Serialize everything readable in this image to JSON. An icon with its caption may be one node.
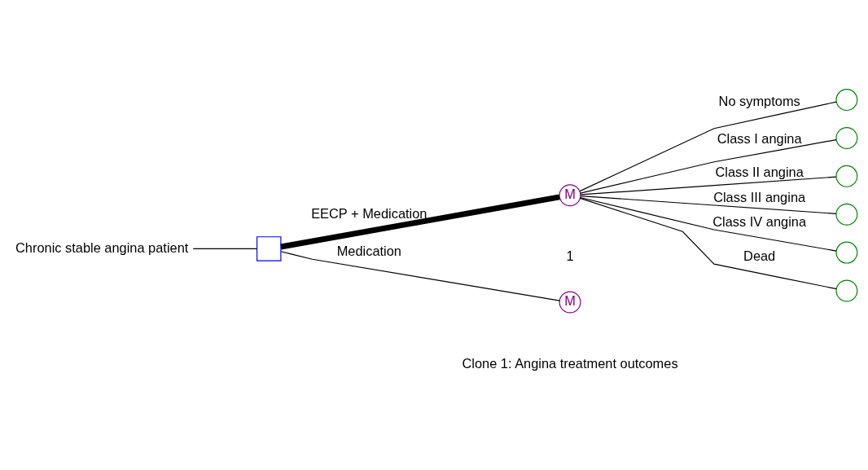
{
  "diagram": {
    "nodes": [
      {
        "text": [
          "Chronic stable angina patient"
        ]
      },
      {
        "text": [],
        "shape": "box"
      },
      {
        "text": [
          "M"
        ],
        "beside": [
          "1"
        ]
      },
      {
        "text": [
          "M"
        ],
        "beside": [
          "Clone 1: Angina treatment outcomes"
        ]
      },
      {
        "text": [],
        "shape": "circle"
      },
      {
        "text": [],
        "shape": "circle"
      },
      {
        "text": [],
        "shape": "circle"
      },
      {
        "text": [],
        "shape": "circle"
      },
      {
        "text": [],
        "shape": "circle"
      },
      {
        "text": [],
        "shape": "circle"
      }
    ],
    "edges": [
      {
        "from": 0,
        "to": 1,
        "arrow": "none"
      },
      {
        "from": 1,
        "to": 2,
        "arrow": "none",
        "label": "EECP + Medication",
        "style": "thick"
      },
      {
        "from": 1,
        "to": 3,
        "arrow": "none",
        "label": "Medication"
      },
      {
        "from": 2,
        "to": 4,
        "arrow": "none",
        "label": "No symptoms"
      },
      {
        "from": 2,
        "to": 5,
        "arrow": "none",
        "label": "Class I angina"
      },
      {
        "from": 2,
        "to": 6,
        "arrow": "none",
        "label": "Class II angina"
      },
      {
        "from": 2,
        "to": 7,
        "arrow": "none",
        "label": "Class III angina"
      },
      {
        "from": 2,
        "to": 8,
        "arrow": "none",
        "label": "Class IV angina"
      },
      {
        "from": 2,
        "to": 9,
        "arrow": "none",
        "label": "Dead"
      }
    ]
  }
}
